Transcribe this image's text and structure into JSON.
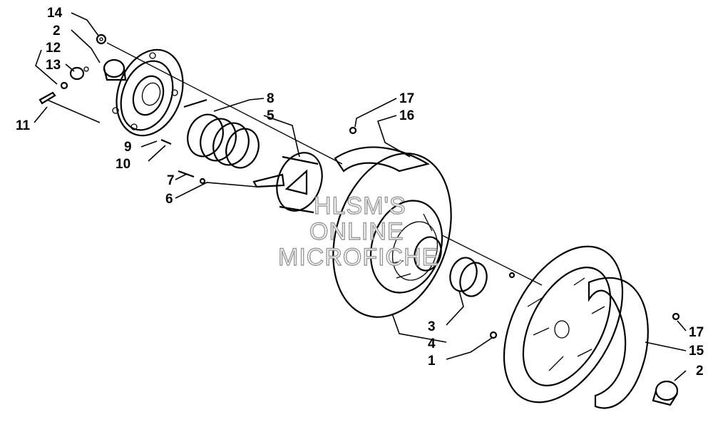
{
  "diagram": {
    "labels": [
      {
        "id": "14",
        "text": "14"
      },
      {
        "id": "2a",
        "text": "2"
      },
      {
        "id": "12",
        "text": "12"
      },
      {
        "id": "13",
        "text": "13"
      },
      {
        "id": "11",
        "text": "11"
      },
      {
        "id": "9",
        "text": "9"
      },
      {
        "id": "10",
        "text": "10"
      },
      {
        "id": "8",
        "text": "8"
      },
      {
        "id": "5",
        "text": "5"
      },
      {
        "id": "7",
        "text": "7"
      },
      {
        "id": "6",
        "text": "6"
      },
      {
        "id": "17a",
        "text": "17"
      },
      {
        "id": "16",
        "text": "16"
      },
      {
        "id": "3",
        "text": "3"
      },
      {
        "id": "4",
        "text": "4"
      },
      {
        "id": "1",
        "text": "1"
      },
      {
        "id": "17b",
        "text": "17"
      },
      {
        "id": "15",
        "text": "15"
      },
      {
        "id": "2b",
        "text": "2"
      }
    ],
    "watermark": [
      "HLSM'S",
      "ONLINE",
      "MICROFICHE"
    ]
  }
}
